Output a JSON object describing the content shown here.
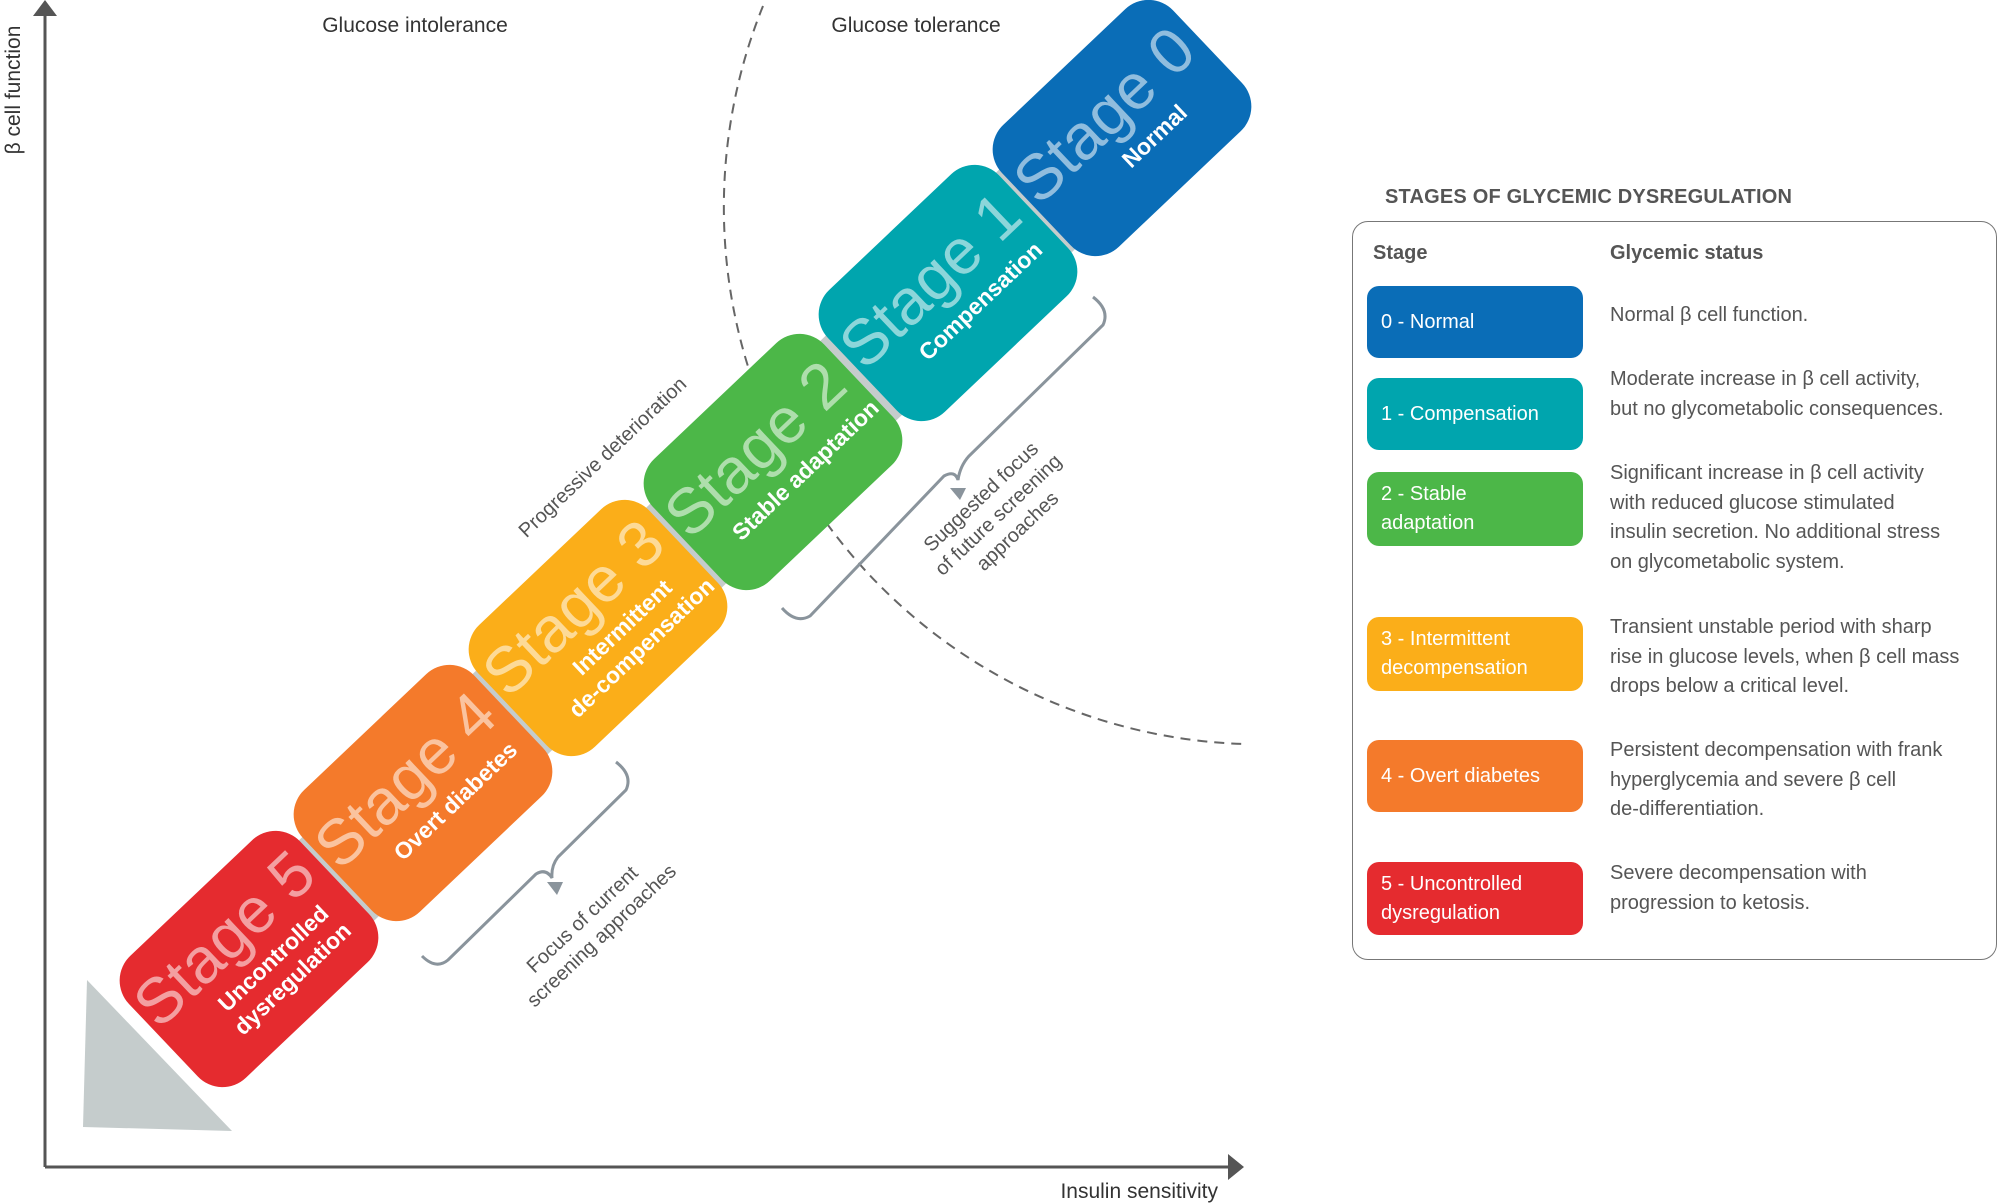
{
  "axes": {
    "y_label": "β cell function",
    "x_label": "Insulin sensitivity"
  },
  "regions": {
    "left": "Glucose intolerance",
    "right": "Glucose tolerance"
  },
  "annotations": {
    "progressive": "Progressive deterioration",
    "current_focus": [
      "Focus of current",
      "screening approaches"
    ],
    "future_focus": [
      "Suggested focus",
      "of future screening",
      "approaches"
    ]
  },
  "stages": [
    {
      "big": "Stage 0",
      "sub": [
        "Normal"
      ],
      "color": "#0a6db7",
      "legend": [
        "0 - Normal"
      ],
      "desc": [
        "Normal β cell function."
      ]
    },
    {
      "big": "Stage 1",
      "sub": [
        "Compensation"
      ],
      "color": "#00a5ae",
      "legend": [
        "1 - Compensation"
      ],
      "desc": [
        "Moderate increase in β cell activity,",
        "but no glycometabolic consequences."
      ]
    },
    {
      "big": "Stage 2",
      "sub": [
        "Stable adaptation"
      ],
      "color": "#4cb748",
      "legend": [
        "2 - Stable",
        "adaptation"
      ],
      "desc": [
        "Significant increase in β cell activity",
        "with reduced glucose stimulated",
        "insulin secretion. No additional stress",
        "on glycometabolic system."
      ]
    },
    {
      "big": "Stage 3",
      "sub": [
        "Intermittent",
        "de-compensation"
      ],
      "color": "#fbae19",
      "legend": [
        "3 - Intermittent",
        "decompensation"
      ],
      "desc": [
        "Transient unstable period with sharp",
        "rise in glucose levels, when β cell mass",
        "drops below a critical level."
      ]
    },
    {
      "big": "Stage 4",
      "sub": [
        "Overt diabetes"
      ],
      "color": "#f47a2b",
      "legend": [
        "4 - Overt diabetes"
      ],
      "desc": [
        "Persistent decompensation with frank",
        "hyperglycemia and severe β cell",
        "de-differentiation."
      ]
    },
    {
      "big": "Stage 5",
      "sub": [
        "Uncontrolled",
        "dysregulation"
      ],
      "color": "#e52b2f",
      "legend": [
        "5 - Uncontrolled",
        "dysregulation"
      ],
      "desc": [
        "Severe decompensation with",
        "progression to ketosis."
      ]
    }
  ],
  "legend": {
    "title": "STAGES OF GLYCEMIC DYSREGULATION",
    "col_stage": "Stage",
    "col_status": "Glycemic status"
  }
}
